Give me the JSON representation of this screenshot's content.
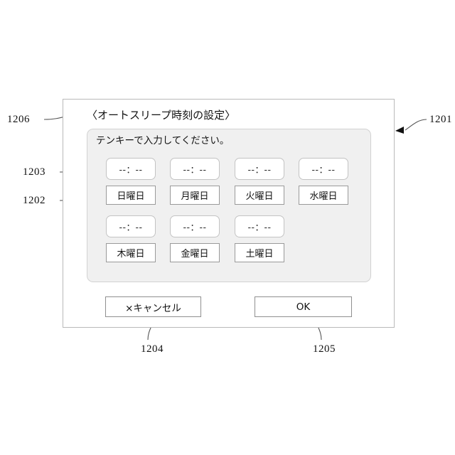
{
  "figure": {
    "screen_frame_ref": "1201",
    "day_button_ref": "1202",
    "time_field_ref": "1203",
    "cancel_ref": "1204",
    "ok_ref": "1205",
    "title_ref": "1206"
  },
  "dialog": {
    "title": "〈オートスリープ時刻の設定〉",
    "instruction": "テンキーで入力してください。"
  },
  "schedule": {
    "rows": [
      {
        "cells": [
          {
            "time": "--：--",
            "day": "日曜日"
          },
          {
            "time": "--：--",
            "day": "月曜日"
          },
          {
            "time": "--：--",
            "day": "火曜日"
          },
          {
            "time": "--：--",
            "day": "水曜日"
          }
        ]
      },
      {
        "cells": [
          {
            "time": "--：--",
            "day": "木曜日"
          },
          {
            "time": "--：--",
            "day": "金曜日"
          },
          {
            "time": "--：--",
            "day": "土曜日"
          }
        ]
      }
    ]
  },
  "footer": {
    "cancel_label": "×キャンセル",
    "ok_label": "OK"
  },
  "colors": {
    "panel_background": "#f0f0f0",
    "frame_border": "#b9b9b9",
    "button_border": "#8f8f8f",
    "text": "#111111"
  }
}
